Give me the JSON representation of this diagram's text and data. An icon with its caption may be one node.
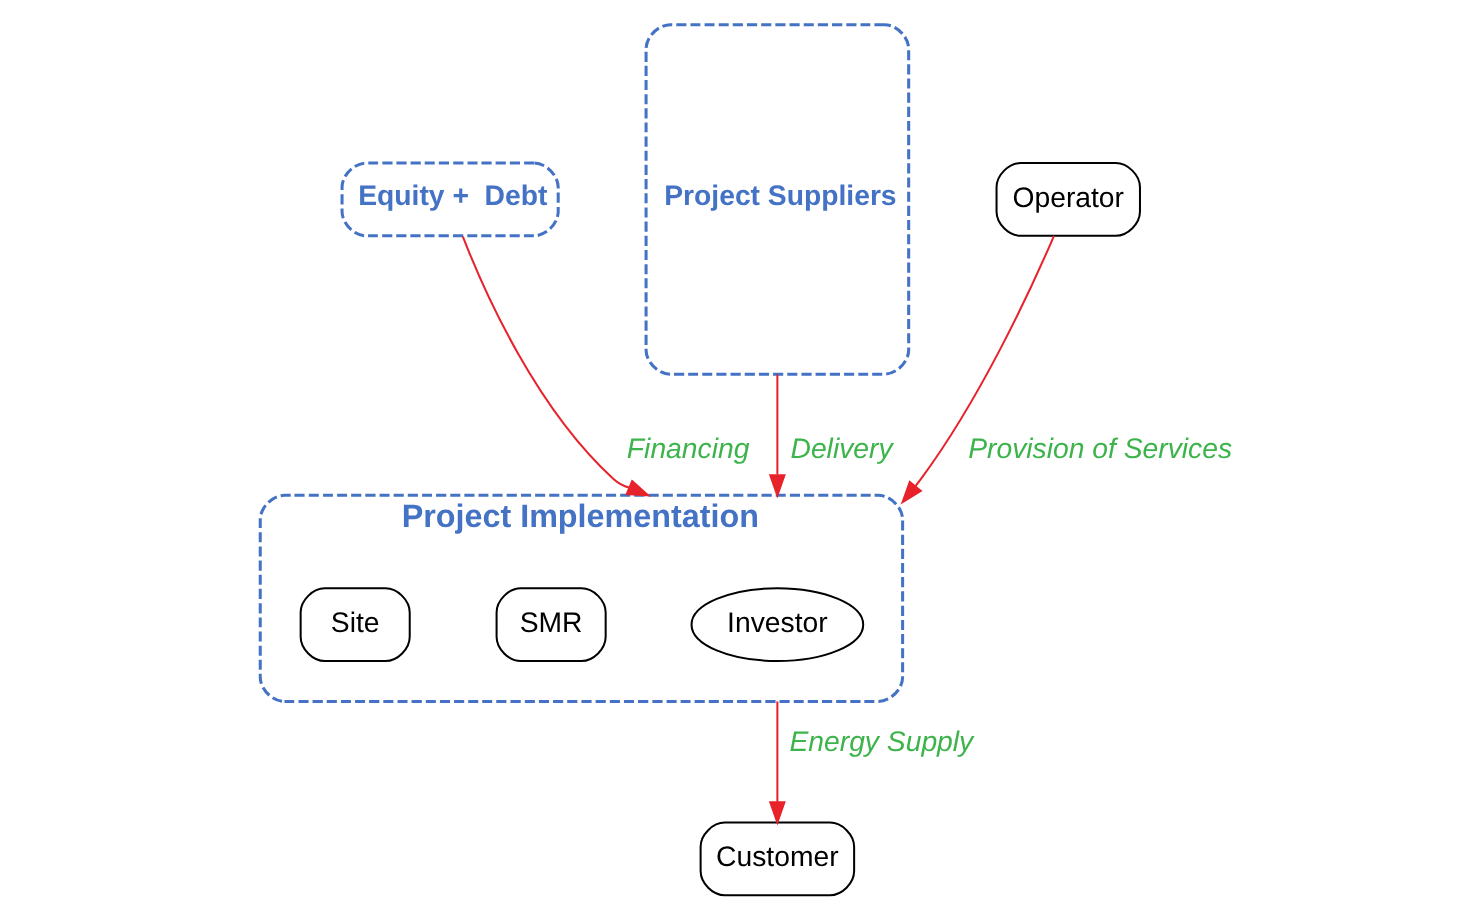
{
  "diagram": {
    "nodes": [
      {
        "text": [
          "Equity +  Debt"
        ]
      },
      {
        "text": [
          "Project Suppliers"
        ]
      },
      {
        "text": [
          "Project Implementation"
        ]
      },
      {
        "text": [
          "Investor"
        ],
        "in": 2
      },
      {
        "text": [
          "SMR"
        ],
        "in": 2
      },
      {
        "text": [
          "Site"
        ],
        "in": 2
      },
      {
        "text": [
          "Operator"
        ]
      },
      {
        "text": [
          "Customer"
        ]
      }
    ],
    "edges": [
      {
        "from": 0,
        "to": 2,
        "arrow": "to",
        "label": "Financing",
        "color": "#e8222a"
      },
      {
        "from": 1,
        "to": 2,
        "arrow": "to",
        "label": "Delivery",
        "color": "#e8222a"
      },
      {
        "from": 6,
        "to": 2,
        "arrow": "to",
        "label": "Provision of Services",
        "color": "#e8222a"
      },
      {
        "from": 2,
        "to": 7,
        "arrow": "to",
        "label": "Energy Supply",
        "color": "#e8222a"
      }
    ]
  }
}
